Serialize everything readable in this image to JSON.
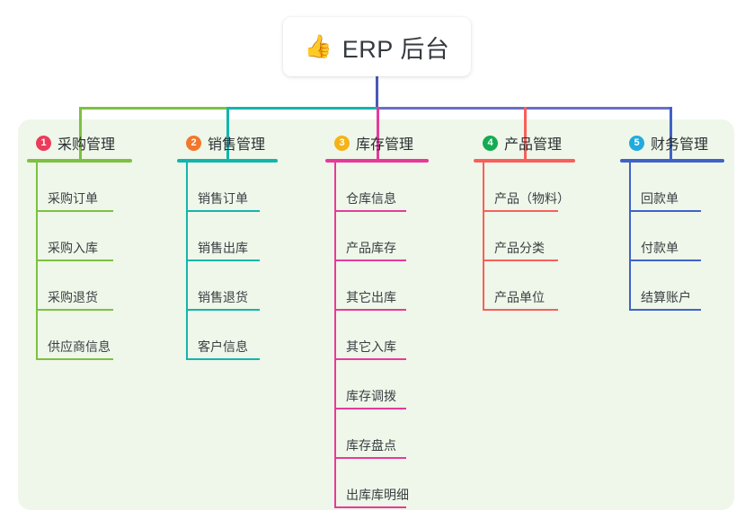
{
  "root": {
    "icon": "thumbs-up-icon",
    "emoji": "👍",
    "title": "ERP 后台"
  },
  "theme": {
    "panel_bg": "#eef7e9",
    "page_bg": "#ffffff",
    "bus_blue": "#6a6fc4",
    "root_stem": "#4a59b5"
  },
  "columns": [
    {
      "number": "1",
      "title": "采购管理",
      "badge_color": "#ec3b5b",
      "line_color": "#7cc142",
      "drop_color": "#7cc142",
      "items": [
        {
          "label": "采购订单"
        },
        {
          "label": "采购入库"
        },
        {
          "label": "采购退货"
        },
        {
          "label": "供应商信息"
        }
      ]
    },
    {
      "number": "2",
      "title": "销售管理",
      "badge_color": "#f4762c",
      "line_color": "#12b5ac",
      "drop_color": "#12b5ac",
      "items": [
        {
          "label": "销售订单"
        },
        {
          "label": "销售出库"
        },
        {
          "label": "销售退货"
        },
        {
          "label": "客户信息"
        }
      ]
    },
    {
      "number": "3",
      "title": "库存管理",
      "badge_color": "#f5b317",
      "line_color": "#e8399b",
      "drop_color": "#e8399b",
      "items": [
        {
          "label": "仓库信息"
        },
        {
          "label": "产品库存"
        },
        {
          "label": "其它出库"
        },
        {
          "label": "其它入库"
        },
        {
          "label": "库存调拨"
        },
        {
          "label": "库存盘点"
        },
        {
          "label": "出库库明细"
        }
      ]
    },
    {
      "number": "4",
      "title": "产品管理",
      "badge_color": "#14ab52",
      "line_color": "#f85f5b",
      "drop_color": "#f85f5b",
      "items": [
        {
          "label": "产品（物料）"
        },
        {
          "label": "产品分类"
        },
        {
          "label": "产品单位"
        }
      ]
    },
    {
      "number": "5",
      "title": "财务管理",
      "badge_color": "#22aadd",
      "line_color": "#3f62c9",
      "drop_color": "#3f62c9",
      "items": [
        {
          "label": "回款单"
        },
        {
          "label": "付款单"
        },
        {
          "label": "结算账户"
        }
      ]
    }
  ]
}
